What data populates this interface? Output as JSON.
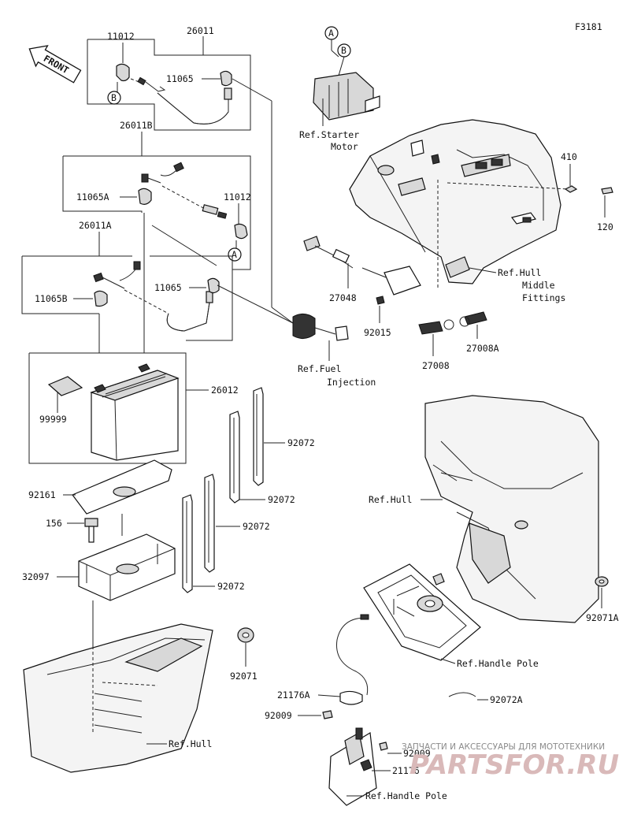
{
  "figure_code": "F3181",
  "front_label": "FRONT",
  "circle_markers": {
    "a": "A",
    "b": "B"
  },
  "parts": {
    "p26011": "26011",
    "p11012_top": "11012",
    "p11065_top": "11065",
    "p26011b": "26011B",
    "p11065a": "11065A",
    "p11012_mid": "11012",
    "p26011a": "26011A",
    "p11065b": "11065B",
    "p11065_mid": "11065",
    "p26012": "26012",
    "p99999": "99999",
    "p92072_1": "92072",
    "p92072_2": "92072",
    "p92072_3": "92072",
    "p92072_4": "92072",
    "p92161": "92161",
    "p156": "156",
    "p32097": "32097",
    "p92071": "92071",
    "p410": "410",
    "p120": "120",
    "p27048": "27048",
    "p92015": "92015",
    "p27008": "27008",
    "p27008a": "27008A",
    "p92071a": "92071A",
    "p21176a": "21176A",
    "p92009_1": "92009",
    "p92072a": "92072A",
    "p92009_2": "92009",
    "p21176": "21176"
  },
  "refs": {
    "starter_1": "Ref.Starter",
    "starter_2": "Motor",
    "hull_fit_1": "Ref.Hull",
    "hull_fit_2": "Middle",
    "hull_fit_3": "Fittings",
    "fuel_1": "Ref.Fuel",
    "fuel_2": "Injection",
    "hull_right": "Ref.Hull",
    "handle_pole_1": "Ref.Handle Pole",
    "hull_bottom": "Ref.Hull",
    "handle_pole_2": "Ref.Handle Pole"
  },
  "watermark": {
    "line1": "ЗАПЧАСТИ И АКСЕССУАРЫ ДЛЯ МОТОТЕХНИКИ",
    "line2": "PARTSFOR.RU"
  }
}
